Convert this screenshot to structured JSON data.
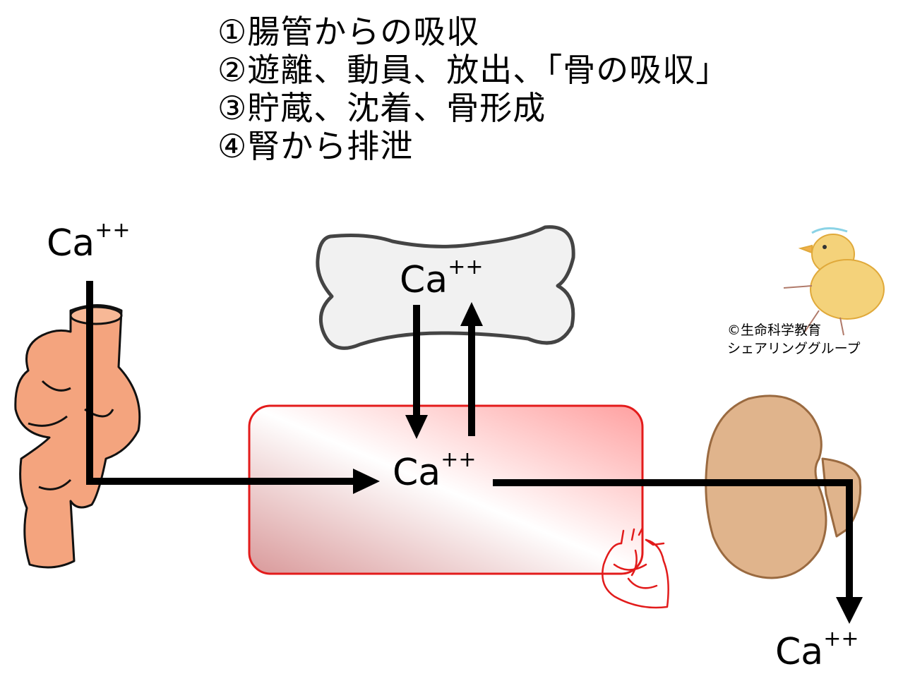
{
  "list": [
    "①腸管からの吸収",
    "②遊離、動員、放出、「骨の吸収」",
    "③貯蔵、沈着、骨形成",
    "④腎から排泄"
  ],
  "ca_labels": {
    "intestine": {
      "base": "Ca",
      "sup": "++"
    },
    "bone": {
      "base": "Ca",
      "sup": "++"
    },
    "blood": {
      "base": "Ca",
      "sup": "++"
    },
    "excreted": {
      "base": "Ca",
      "sup": "++"
    }
  },
  "credit": {
    "line1": "©生命科学教育",
    "line2": "シェアリンググループ"
  },
  "colors": {
    "intestine": "#f4a47e",
    "bone_fill": "#f1f1f1",
    "blood_border": "#e31b1b",
    "kidney": "#e0b48c",
    "heart_stroke": "#e21b1b",
    "arrow": "#000000"
  }
}
